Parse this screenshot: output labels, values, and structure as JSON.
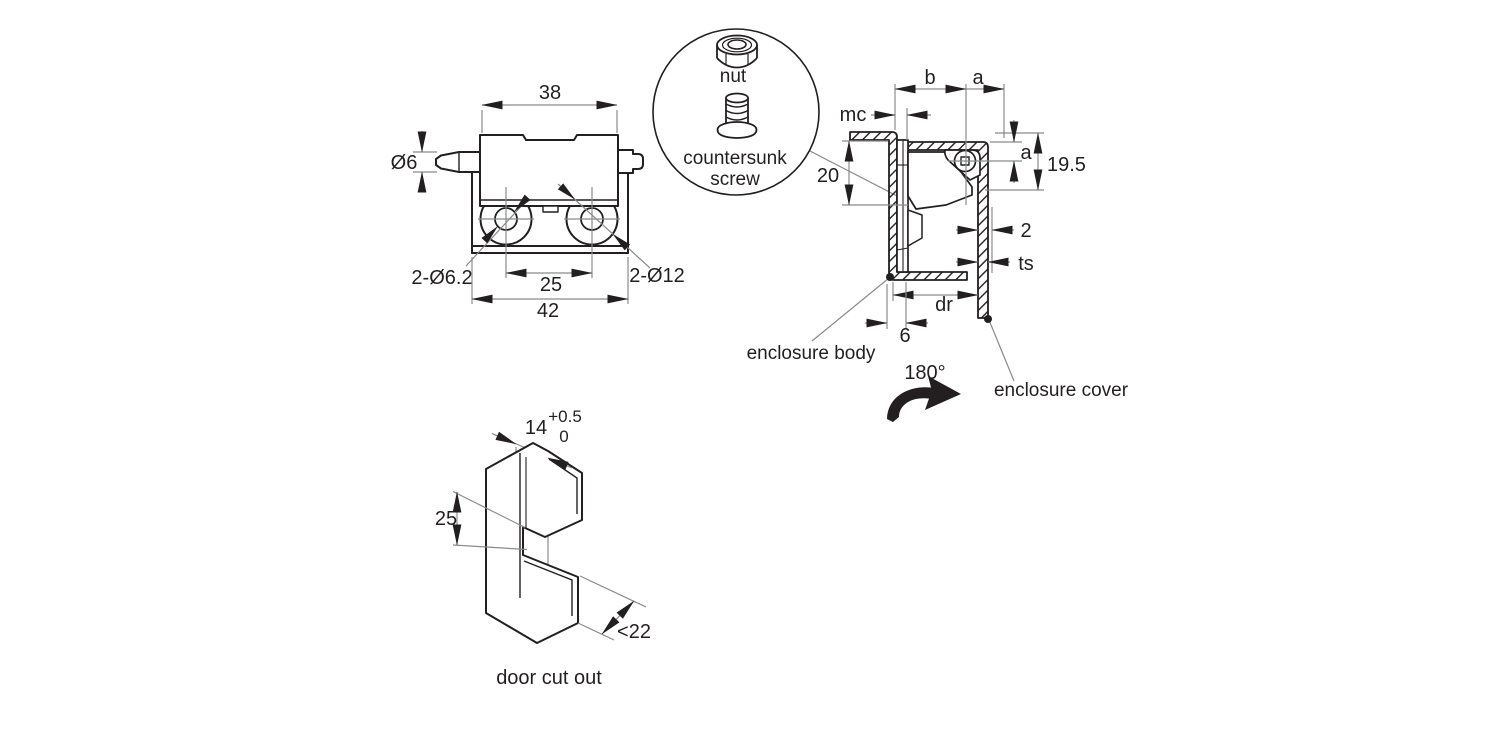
{
  "front_view": {
    "dim_width_top": "38",
    "dim_pin_dia": "Ø6",
    "dim_holes_small": "2-Ø6.2",
    "dim_hole_spacing": "25",
    "dim_holes_large": "2-Ø12",
    "dim_width_overall": "42"
  },
  "detail_callout": {
    "nut_label": "nut",
    "screw_label_line1": "countersunk",
    "screw_label_line2": "screw"
  },
  "section_view": {
    "dim_b": "b",
    "dim_a_top": "a",
    "dim_mc": "mc",
    "dim_depth": "20",
    "dim_a_right": "a",
    "dim_height": "19.5",
    "dim_gap": "2",
    "dim_ts": "ts",
    "dim_dr": "dr",
    "dim_lip": "6",
    "label_body": "enclosure body",
    "label_rotation": "180°",
    "label_cover": "enclosure cover"
  },
  "door_cutout_view": {
    "dim_width": "14",
    "dim_tol_plus": "+0.5",
    "dim_tol_zero": "0",
    "dim_height": "25",
    "dim_max": "<22",
    "caption": "door cut out"
  },
  "colors": {
    "line": "#231f20",
    "dim_line": "#898b8e",
    "background": "#ffffff"
  }
}
